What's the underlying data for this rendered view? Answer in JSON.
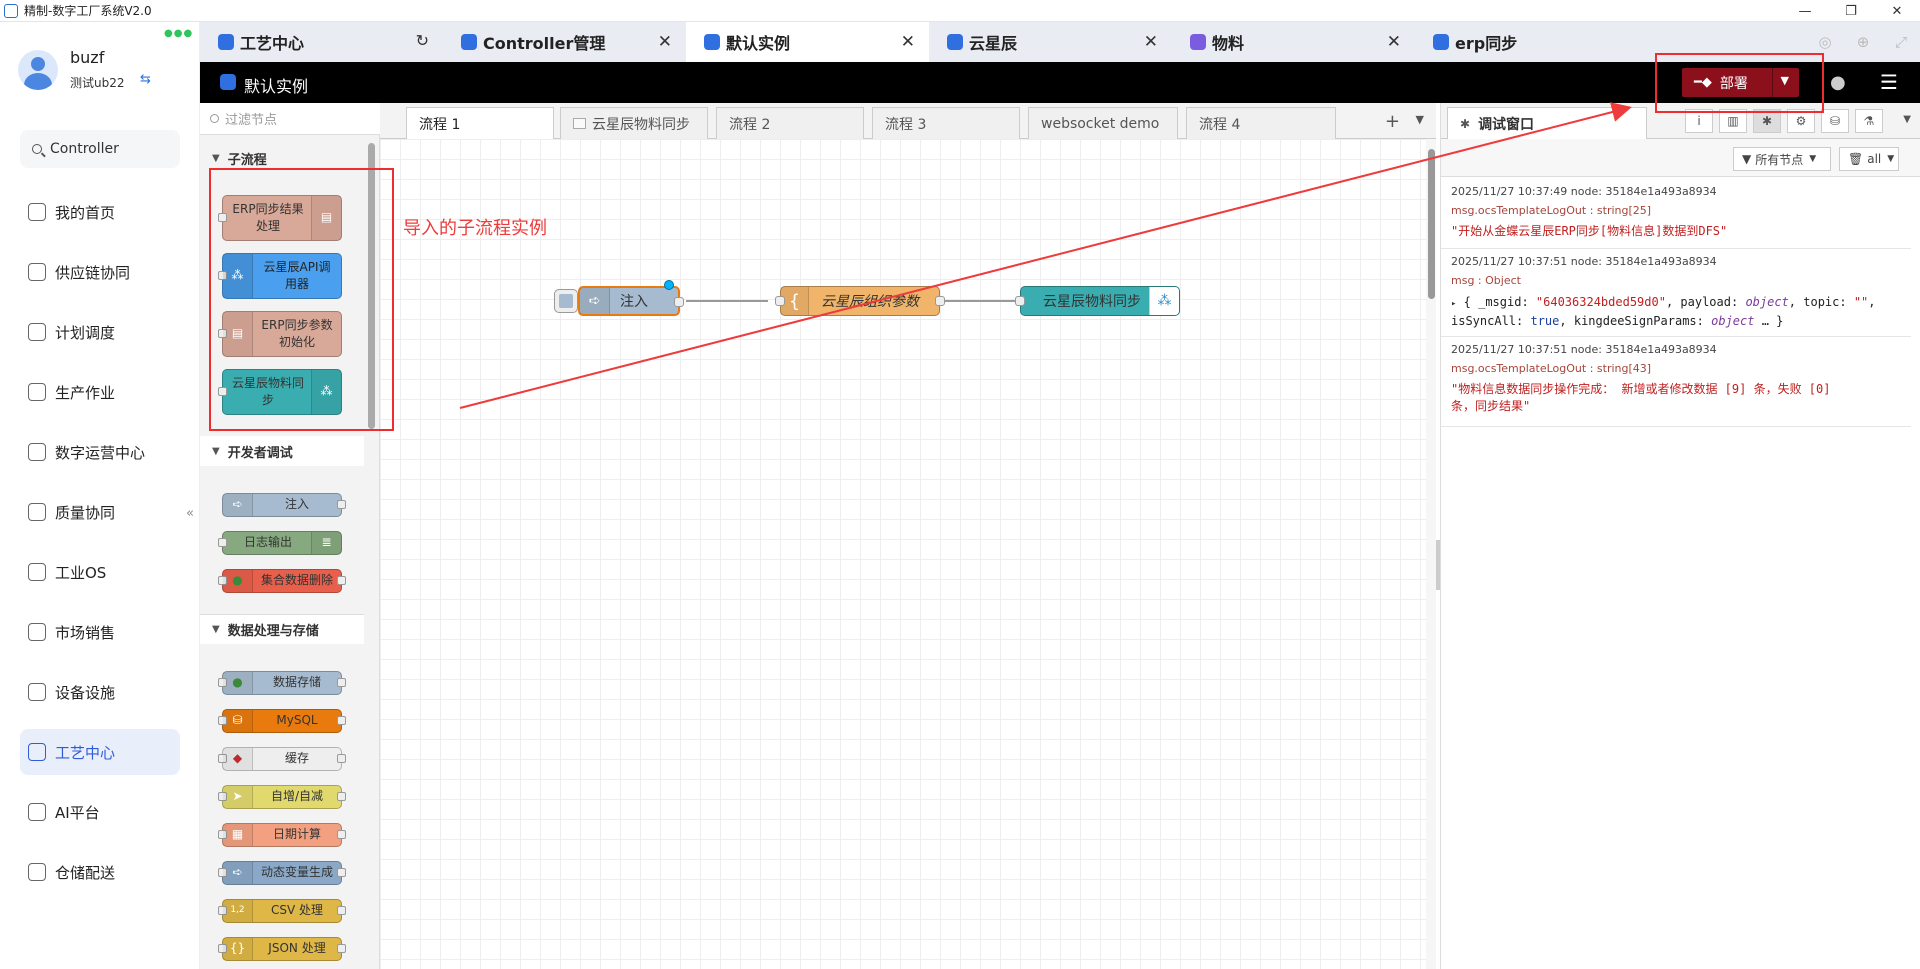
{
  "window": {
    "title": "精制-数字工厂系统V2.0"
  },
  "user": {
    "name": "buzf",
    "org": "测试ub22"
  },
  "sidebar": {
    "search_label": "Controller",
    "items": [
      {
        "label": "我的首页"
      },
      {
        "label": "供应链协同"
      },
      {
        "label": "计划调度"
      },
      {
        "label": "生产作业"
      },
      {
        "label": "数字运营中心"
      },
      {
        "label": "质量协同"
      },
      {
        "label": "工业OS"
      },
      {
        "label": "市场销售"
      },
      {
        "label": "设备设施"
      },
      {
        "label": "工艺中心",
        "active": true
      },
      {
        "label": "AI平台"
      },
      {
        "label": "仓储配送"
      }
    ]
  },
  "tabs": [
    {
      "label": "工艺中心"
    },
    {
      "label": "Controller管理"
    },
    {
      "label": "默认实例",
      "active": true
    },
    {
      "label": "云星辰"
    },
    {
      "label": "物料"
    },
    {
      "label": "erp同步"
    }
  ],
  "header": {
    "title": "默认实例",
    "deploy_label": "部署"
  },
  "palette": {
    "filter_placeholder": "过滤节点",
    "categories": [
      {
        "label": "子流程",
        "nodes": [
          {
            "label_1": "ERP同步结果",
            "label_2": "处理",
            "color": "#d8a898"
          },
          {
            "label_1": "云星辰API调",
            "label_2": "用器",
            "color": "#4aa0ee"
          },
          {
            "label_1": "ERP同步参数",
            "label_2": "初始化",
            "color": "#d8a898"
          },
          {
            "label_1": "云星辰物料同",
            "label_2": "步",
            "color": "#3aadb0"
          }
        ]
      },
      {
        "label": "开发者调试",
        "nodes": [
          {
            "label": "注入",
            "color": "#a6bbcf"
          },
          {
            "label": "日志输出",
            "color": "#87a980"
          },
          {
            "label": "集合数据删除",
            "color": "#e8604c"
          }
        ]
      },
      {
        "label": "数据处理与存储",
        "nodes": [
          {
            "label": "数据存储",
            "color": "#a6bbcf"
          },
          {
            "label": "MySQL",
            "color": "#e97b0e"
          },
          {
            "label": "缓存",
            "color": "#eeeeee"
          },
          {
            "label": "自增/自减",
            "color": "#e2d96e"
          },
          {
            "label": "日期计算",
            "color": "#f2a080"
          },
          {
            "label": "动态变量生成",
            "color": "#8aa9c8"
          },
          {
            "label": "CSV 处理",
            "color": "#deb746"
          },
          {
            "label": "JSON 处理",
            "color": "#deb746"
          }
        ]
      }
    ]
  },
  "workspace": {
    "tabs": [
      {
        "label": "流程 1",
        "active": true
      },
      {
        "label": "云星辰物料同步"
      },
      {
        "label": "流程 2"
      },
      {
        "label": "流程 3"
      },
      {
        "label": "websocket demo"
      },
      {
        "label": "流程 4"
      }
    ],
    "nodes": [
      {
        "label": "注入",
        "color": "#a6bbcf"
      },
      {
        "label": "云星辰组织参数",
        "color": "#f0b46a"
      },
      {
        "label": "云星辰物料同步",
        "color": "#3aadb0"
      }
    ]
  },
  "debug": {
    "tab_label": "调试窗口",
    "filter_label": "所有节点",
    "clear_label": "all",
    "messages": [
      {
        "meta": "2025/11/27 10:37:49   node: 35184e1a493a8934",
        "topic": "msg.ocsTemplateLogOut : string[25]",
        "value": "\"开始从金蝶云星辰ERP同步[物料信息]数据到DFS\""
      },
      {
        "meta": "2025/11/27 10:37:51   node: 35184e1a493a8934",
        "topic": "msg : Object",
        "obj_line1_a": "{ _msgid: ",
        "obj_msgid": "\"64036324bded59d0\"",
        "obj_line1_b": ", payload: ",
        "obj_payload": "object",
        "obj_line1_c": ", topic: ",
        "obj_topic": "\"\"",
        "obj_line1_d": ",",
        "obj_line2_a": "isSyncAll: ",
        "obj_sync": "true",
        "obj_line2_b": ", kingdeeSignParams: ",
        "obj_sign": "object",
        "obj_line2_c": " … }"
      },
      {
        "meta": "2025/11/27 10:37:51   node: 35184e1a493a8934",
        "topic": "msg.ocsTemplateLogOut : string[43]",
        "value_1": "\"物料信息数据同步操作完成： 新增或者修改数据 [9] 条，失败 [0]",
        "value_2": "条，同步结果\""
      }
    ]
  },
  "annotation": {
    "text": "导入的子流程实例",
    "color": "#ee3b3b"
  }
}
